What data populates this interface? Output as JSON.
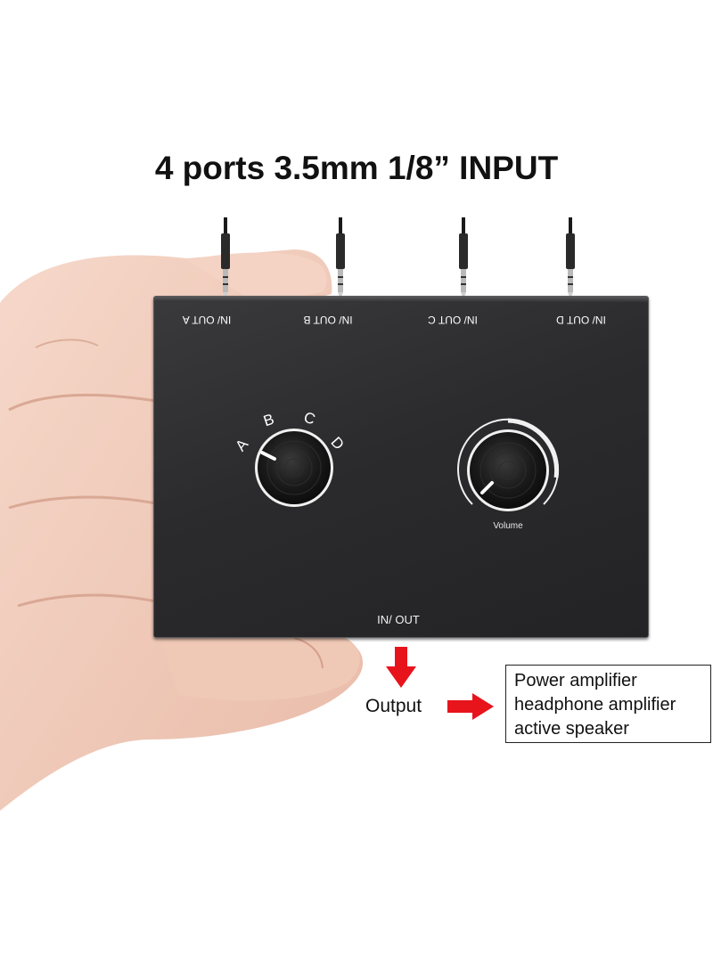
{
  "heading": "4 ports 3.5mm 1/8” INPUT",
  "ports": {
    "a": "IN/ OUT A",
    "b": "IN/ OUT B",
    "c": "IN/ OUT C",
    "d": "IN/ OUT D"
  },
  "selector": {
    "letters": [
      "A",
      "B",
      "C",
      "D"
    ]
  },
  "volume_label": "Volume",
  "bottom_port_label": "IN/ OUT",
  "output_label": "Output",
  "devices": [
    "Power amplifier",
    "headphone amplifier",
    "active speaker"
  ],
  "colors": {
    "arrow": "#e8141c",
    "device_body": "#2e2e30",
    "skin": "#f1cdbd"
  }
}
